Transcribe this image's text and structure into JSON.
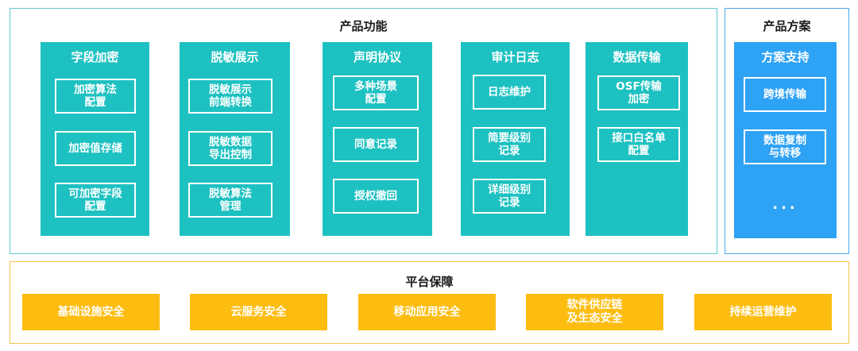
{
  "functions": {
    "title": "产品功能",
    "columns": [
      {
        "title": "字段加密",
        "items": [
          "加密算法\n配置",
          "加密值存储",
          "可加密字段\n配置"
        ]
      },
      {
        "title": "脱敏展示",
        "items": [
          "脱敏展示\n前端转换",
          "脱敏数据\n导出控制",
          "脱敏算法\n管理"
        ]
      },
      {
        "title": "声明协议",
        "items": [
          "多种场景\n配置",
          "同意记录",
          "授权撤回"
        ]
      },
      {
        "title": "审计日志",
        "items": [
          "日志维护",
          "简要级别\n记录",
          "详细级别\n记录"
        ]
      },
      {
        "title": "数据传输",
        "items": [
          "OSF传输\n加密",
          "接口白名单\n配置"
        ]
      }
    ]
  },
  "plans": {
    "title": "产品方案",
    "column": {
      "title": "方案支持",
      "items": [
        "跨境传输",
        "数据复制\n与转移"
      ],
      "ellipsis": "..."
    }
  },
  "platform": {
    "title": "平台保障",
    "items": [
      "基础设施安全",
      "云服务安全",
      "移动应用安全",
      "软件供应链\n及生态安全",
      "持续运营维护"
    ]
  },
  "colors": {
    "teal": "#1ec1c1",
    "blue": "#2ea2f5",
    "yellow": "#fdbd10"
  }
}
